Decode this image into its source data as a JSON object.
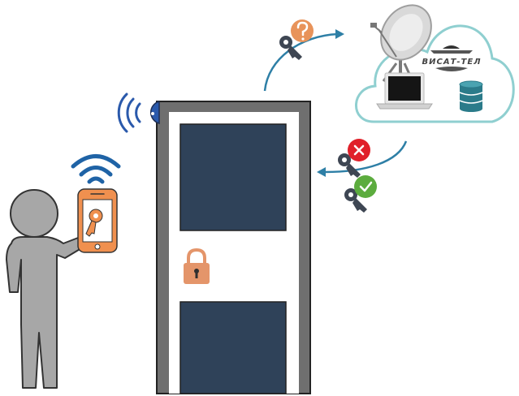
{
  "scene": {
    "cloud": {
      "brand_label": "ВИСАТ-ТЕЛ",
      "components": [
        "satellite-dish",
        "laptop",
        "database",
        "brand-logo"
      ]
    },
    "flows": [
      {
        "name": "access-request",
        "direction": "door-to-cloud",
        "key": "key-icon",
        "badge": "question-icon"
      },
      {
        "name": "access-response",
        "direction": "cloud-to-door",
        "keys": [
          {
            "key": "key-icon",
            "badge": "denied-x-icon"
          },
          {
            "key": "key-icon",
            "badge": "granted-check-icon"
          }
        ]
      }
    ],
    "actors": [
      "person",
      "smartphone-with-key",
      "wifi-signal"
    ],
    "door": {
      "lock": "padlock-icon",
      "sensor": "door-reader-with-wireless"
    }
  },
  "colors": {
    "cloud_stroke": "#8fcfd0",
    "arrow": "#2e7fa6",
    "question_badge": "#e8935a",
    "denied_badge": "#e0202a",
    "granted_badge": "#5cac3e",
    "key": "#3e4653",
    "door_frame": "#6f6f6f",
    "door_panel": "#2f4259",
    "padlock": "#e4956a",
    "person": "#a7a7a7",
    "phone": "#f0904f",
    "wifi": "#1f63a6",
    "reader": "#2a59ab",
    "database": "#2b7b8a"
  }
}
